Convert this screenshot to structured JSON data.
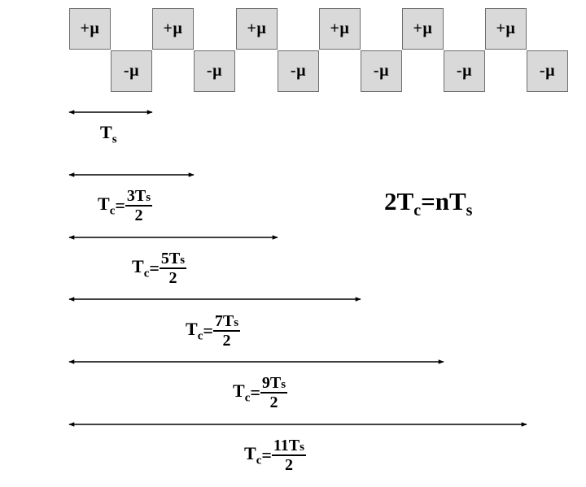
{
  "cells": {
    "plus": [
      "+µ",
      "+µ",
      "+µ",
      "+µ",
      "+µ",
      "+µ"
    ],
    "minus": [
      "-µ",
      "-µ",
      "-µ",
      "-µ",
      "-µ",
      "-µ"
    ]
  },
  "ts_label": {
    "main": "T",
    "sub": "s"
  },
  "tc_labels": [
    {
      "main": "T",
      "sub": "c",
      "eq": "=",
      "num_main": "3T",
      "num_sub": "s",
      "den": "2"
    },
    {
      "main": "T",
      "sub": "c",
      "eq": "=",
      "num_main": "5T",
      "num_sub": "s",
      "den": "2"
    },
    {
      "main": "T",
      "sub": "c",
      "eq": "=",
      "num_main": "7T",
      "num_sub": "s",
      "den": "2"
    },
    {
      "main": "T",
      "sub": "c",
      "eq": "=",
      "num_main": "9T",
      "num_sub": "s",
      "den": "2"
    },
    {
      "main": "T",
      "sub": "c",
      "eq": "=",
      "num_main": "11T",
      "num_sub": "s",
      "den": "2"
    }
  ],
  "relation": {
    "p1": "2T",
    "sub1": "c",
    "p2": "=nT",
    "sub2": "s"
  },
  "colors": {
    "cell_fill": "#d9d9d9",
    "cell_border": "#6e6e6e",
    "ink": "#000000"
  }
}
